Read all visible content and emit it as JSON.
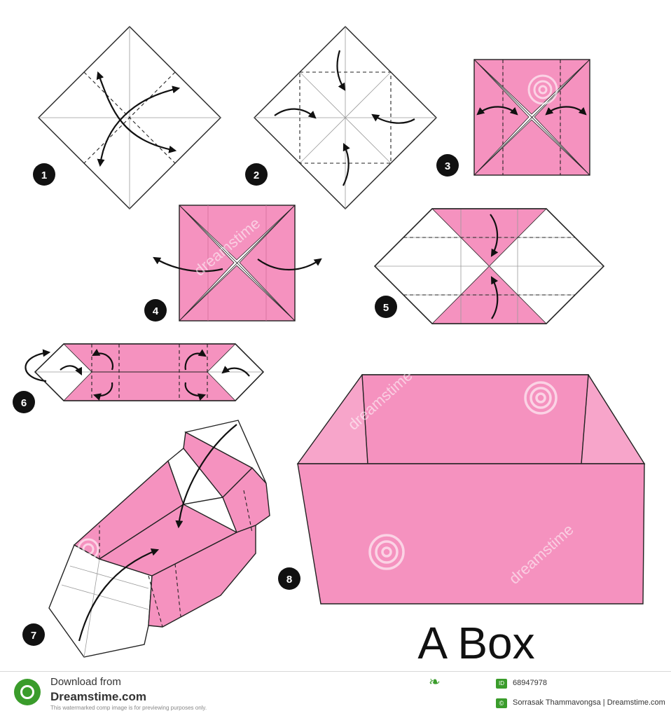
{
  "title": "A Box",
  "steps": [
    "1",
    "2",
    "3",
    "4",
    "5",
    "6",
    "7",
    "8"
  ],
  "watermark": "dreamstime",
  "colors": {
    "paper_pink": "#f592bf",
    "paper_white": "#ffffff",
    "line": "#222222",
    "brand_green": "#3a9c2b"
  },
  "footer": {
    "download_label": "Download from",
    "brand": "Dreamstime.com",
    "note": "This watermarked comp image is for previewing purposes only.",
    "id_icon": "ID",
    "image_id": "68947978",
    "copyright_icon": "©",
    "credit": "Sorrasak Thammavongsa | Dreamstime.com",
    "logo_icon": "dreamstime-logo-icon",
    "leaf_icon": "leaf-icon"
  }
}
